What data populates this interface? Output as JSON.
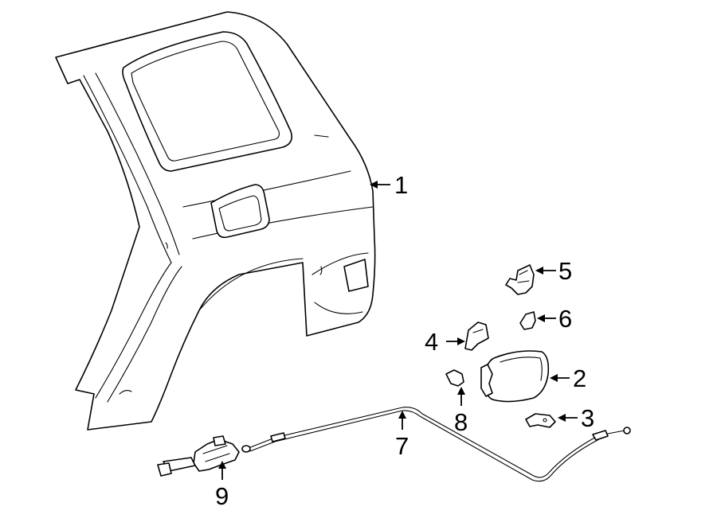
{
  "callouts": [
    {
      "id": "1",
      "label": "1",
      "part": "quarter-panel"
    },
    {
      "id": "2",
      "label": "2",
      "part": "fuel-door"
    },
    {
      "id": "3",
      "label": "3",
      "part": "hinge-bracket"
    },
    {
      "id": "4",
      "label": "4",
      "part": "hinge"
    },
    {
      "id": "5",
      "label": "5",
      "part": "lock-assembly"
    },
    {
      "id": "6",
      "label": "6",
      "part": "clip"
    },
    {
      "id": "7",
      "label": "7",
      "part": "release-cable"
    },
    {
      "id": "8",
      "label": "8",
      "part": "spring"
    },
    {
      "id": "9",
      "label": "9",
      "part": "release-handle"
    }
  ],
  "colors": {
    "line": "#000000",
    "background": "#ffffff"
  }
}
